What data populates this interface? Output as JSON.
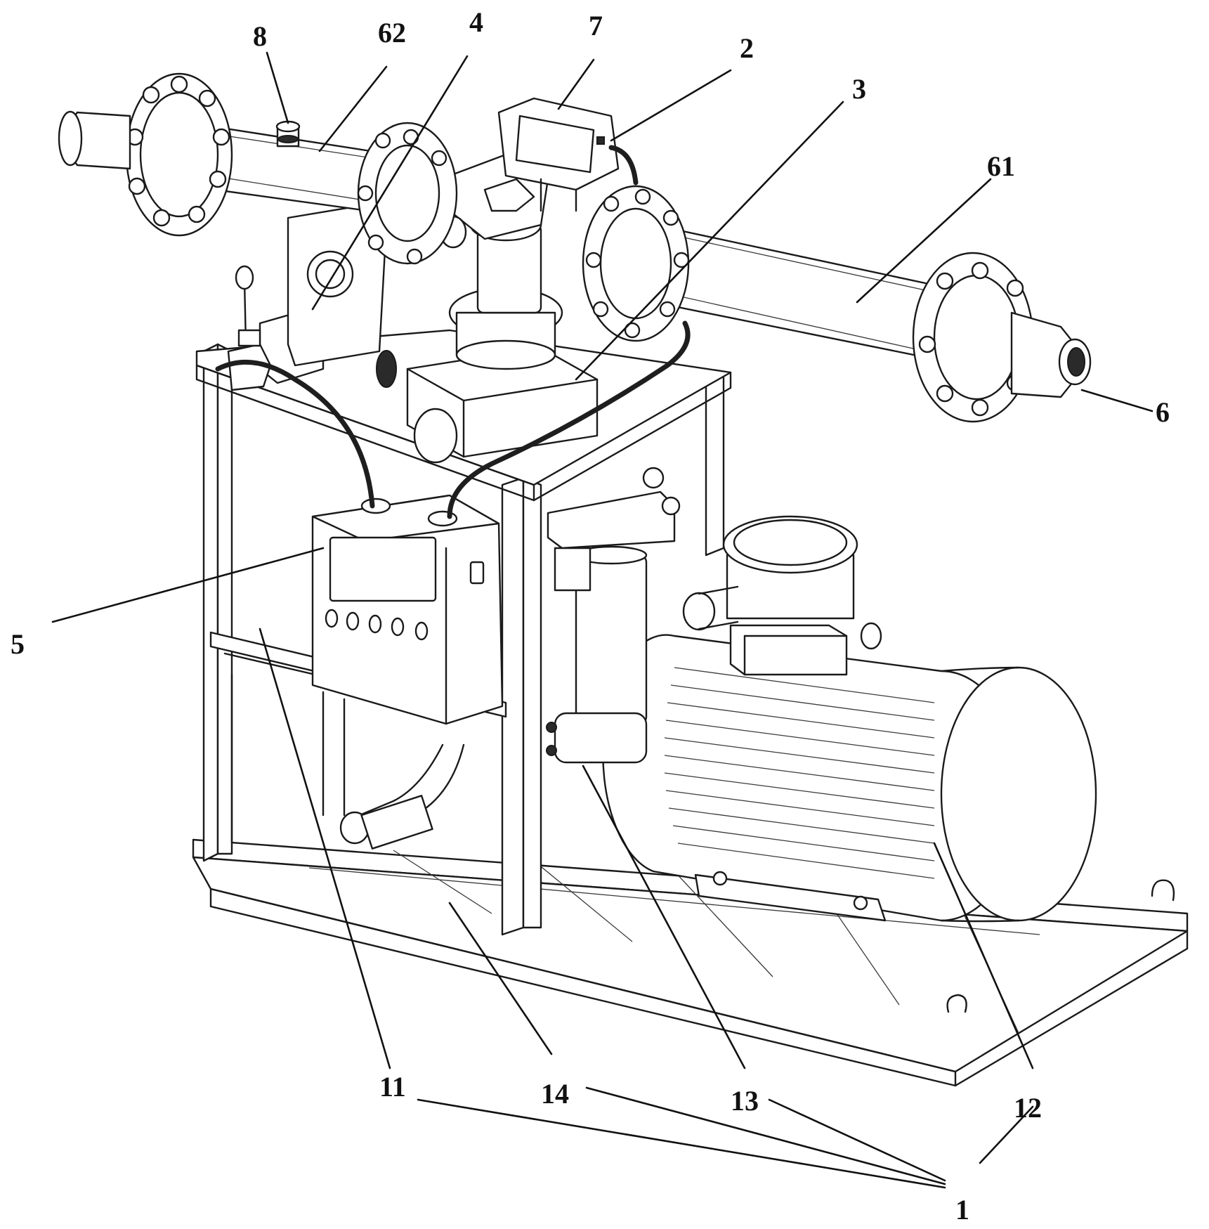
{
  "labels": {
    "l8": "8",
    "l62": "62",
    "l4": "4",
    "l7": "7",
    "l2": "2",
    "l3": "3",
    "l61": "61",
    "l6": "6",
    "l5": "5",
    "l11": "11",
    "l14": "14",
    "l13": "13",
    "l12": "12",
    "l1": "1"
  },
  "colors": {
    "ink": "#1a1a1a",
    "paper": "#ffffff"
  }
}
